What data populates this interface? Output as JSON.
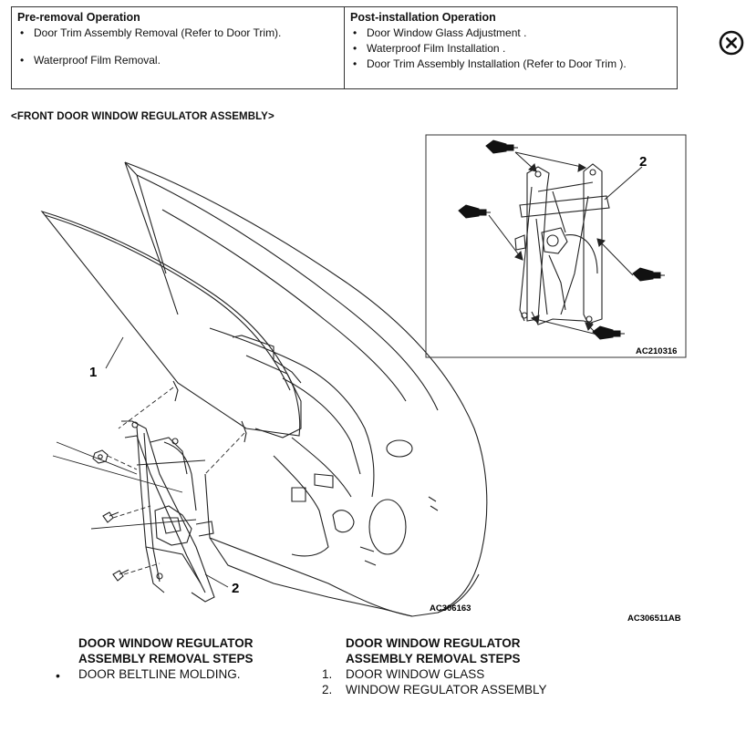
{
  "pre_removal": {
    "title": "Pre-removal Operation",
    "items": [
      "Door Trim Assembly Removal (Refer to Door Trim).",
      "Waterproof Film Removal."
    ]
  },
  "post_installation": {
    "title": "Post-installation Operation",
    "items": [
      "Door Window Glass Adjustment .",
      "Waterproof Film Installation .",
      "Door Trim Assembly Installation (Refer to Door Trim )."
    ]
  },
  "close_icon": "circled-x-icon",
  "section_title": "<FRONT DOOR WINDOW REGULATOR ASSEMBLY>",
  "diagram": {
    "callout_1": "1",
    "callout_2_main": "2",
    "callout_2_inset": "2",
    "inset_code": "AC210316",
    "main_code": "AC306163",
    "figure_code": "AC306511AB"
  },
  "steps_left": {
    "title_line1": "DOOR WINDOW REGULATOR",
    "title_line2": "ASSEMBLY REMOVAL STEPS",
    "items": [
      {
        "marker": "•",
        "text": "DOOR BELTLINE MOLDING."
      }
    ]
  },
  "steps_right": {
    "title_line1": "DOOR WINDOW REGULATOR",
    "title_line2": "ASSEMBLY REMOVAL STEPS",
    "items": [
      {
        "marker": "1.",
        "text": "DOOR WINDOW GLASS"
      },
      {
        "marker": "2.",
        "text": "WINDOW REGULATOR ASSEMBLY"
      }
    ]
  }
}
